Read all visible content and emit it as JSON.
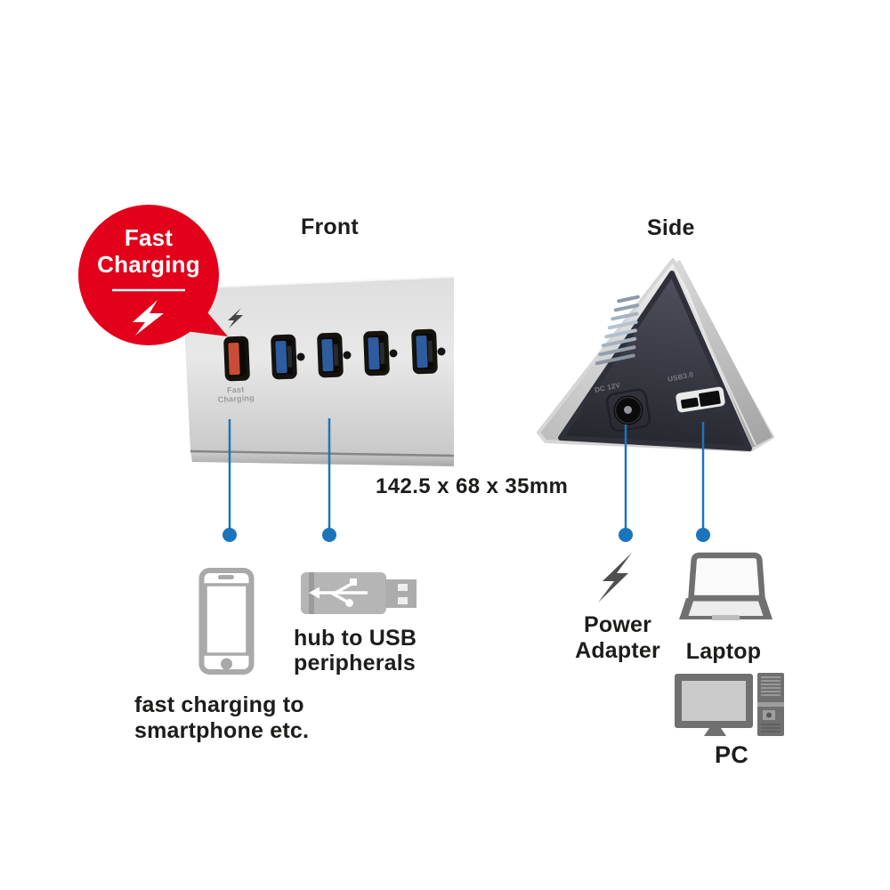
{
  "badge": {
    "text_line1": "Fast",
    "text_line2": "Charging",
    "icon": "lightning-bolt",
    "color": "#e2001a"
  },
  "views": {
    "front": {
      "label": "Front",
      "ports": [
        {
          "type": "fast-charging-usb-port",
          "color": "#c94d35",
          "label_line1": "Fast",
          "label_line2": "Charging"
        },
        {
          "type": "usb-3.0-port",
          "color": "#2d5c9f"
        },
        {
          "type": "usb-3.0-port",
          "color": "#2d5c9f"
        },
        {
          "type": "usb-3.0-port",
          "color": "#2d5c9f"
        },
        {
          "type": "usb-3.0-port",
          "color": "#2d5c9f"
        }
      ]
    },
    "side": {
      "label": "Side",
      "dc_port_label": "DC 12V",
      "usb_port_label": "USB3.0"
    }
  },
  "dimensions": "142.5 x 68 x 35mm",
  "callouts": {
    "smartphone": {
      "icon": "smartphone",
      "label_line1": "fast charging to",
      "label_line2": "smartphone etc."
    },
    "usb_peripherals": {
      "icon": "usb-plug",
      "label_line1": "hub to USB",
      "label_line2": "peripherals"
    },
    "power_adapter": {
      "icon": "lightning-bolt",
      "label_line1": "Power",
      "label_line2": "Adapter"
    },
    "laptop": {
      "icon": "laptop",
      "label": "Laptop"
    },
    "pc": {
      "icon": "desktop-pc",
      "label": "PC"
    }
  },
  "colors": {
    "accent_blue": "#1b75bc",
    "badge_red": "#e2001a",
    "text": "#1d1d1b",
    "icon_gray": "#a9a9a9",
    "icon_dark_gray": "#6f6f6f"
  }
}
